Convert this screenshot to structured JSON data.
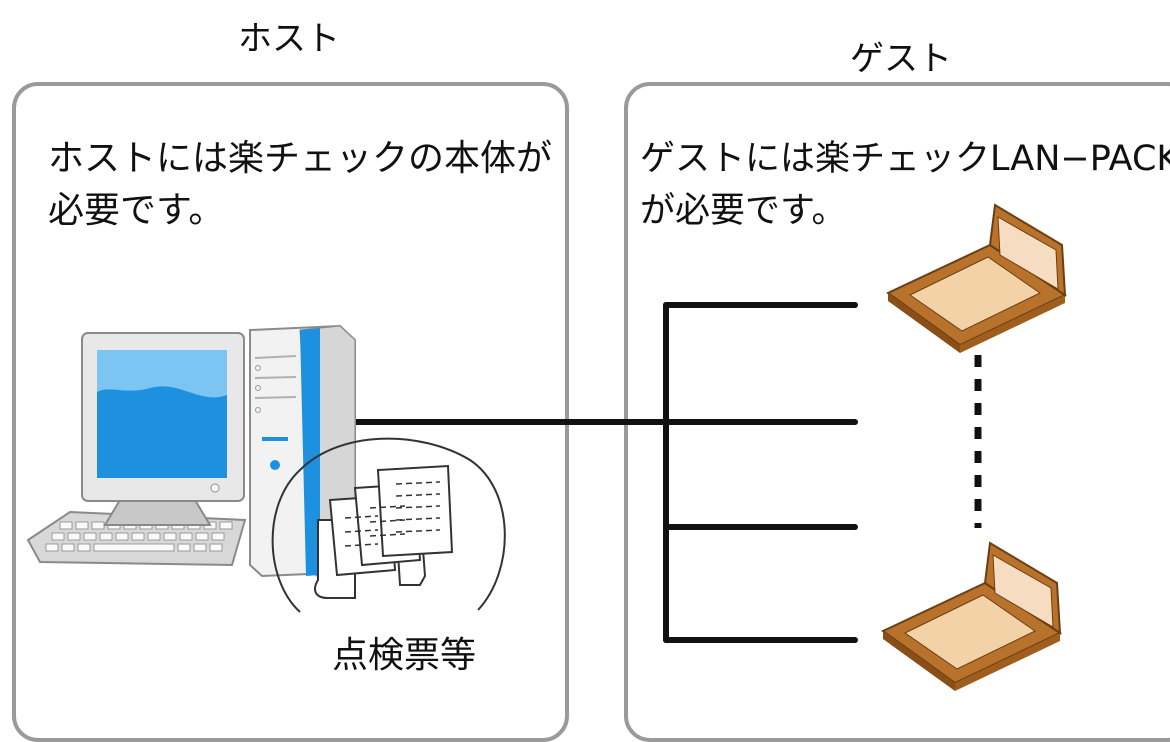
{
  "host": {
    "title": "ホスト",
    "description_line1": "ホストには楽チェックの本体が",
    "description_line2": "必要です。",
    "papers_label": "点検票等"
  },
  "guest": {
    "title": "ゲスト",
    "description_line1": "ゲストには楽チェックLAN−PACK",
    "description_line2": "が必要です。"
  },
  "colors": {
    "panel_border": "#9a9a9a",
    "line": "#111111",
    "screen_blue": "#1e90e0",
    "laptop_brown": "#b8722c"
  }
}
